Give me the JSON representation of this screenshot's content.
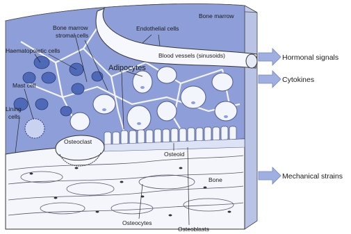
{
  "labels": {
    "bone_marrow_top": "Bone marrow",
    "endothelial_cells": "Endothelial cells",
    "blood_vessels": "Blood vessels (sinusoids)",
    "bone_marrow_stromal_line1": "Bone marrow",
    "bone_marrow_stromal_line2": "stromal cells",
    "haematopoietic_cells": "Haematopoietic cells",
    "adipocytes": "Adipocytes",
    "mast_cell": "Mast cell",
    "lining_cells_line1": "Lining",
    "lining_cells_line2": "cells",
    "osteoclast": "Osteoclast",
    "osteoid": "Osteoid",
    "bone": "Bone",
    "osteocytes": "Osteocytes",
    "osteoblasts": "Osteoblasts"
  },
  "side_signals": {
    "hormonal": "Hormonal signals",
    "cytokines": "Cytokines",
    "mechanical": "Mechanical strains"
  },
  "colors": {
    "marrow_blue": "#8e9ed8",
    "marrow_dark": "#6f82c6",
    "cell_blue": "#4e69b8",
    "bone_white": "#f4f6fb",
    "arrow_blue": "#9fb0e0"
  }
}
